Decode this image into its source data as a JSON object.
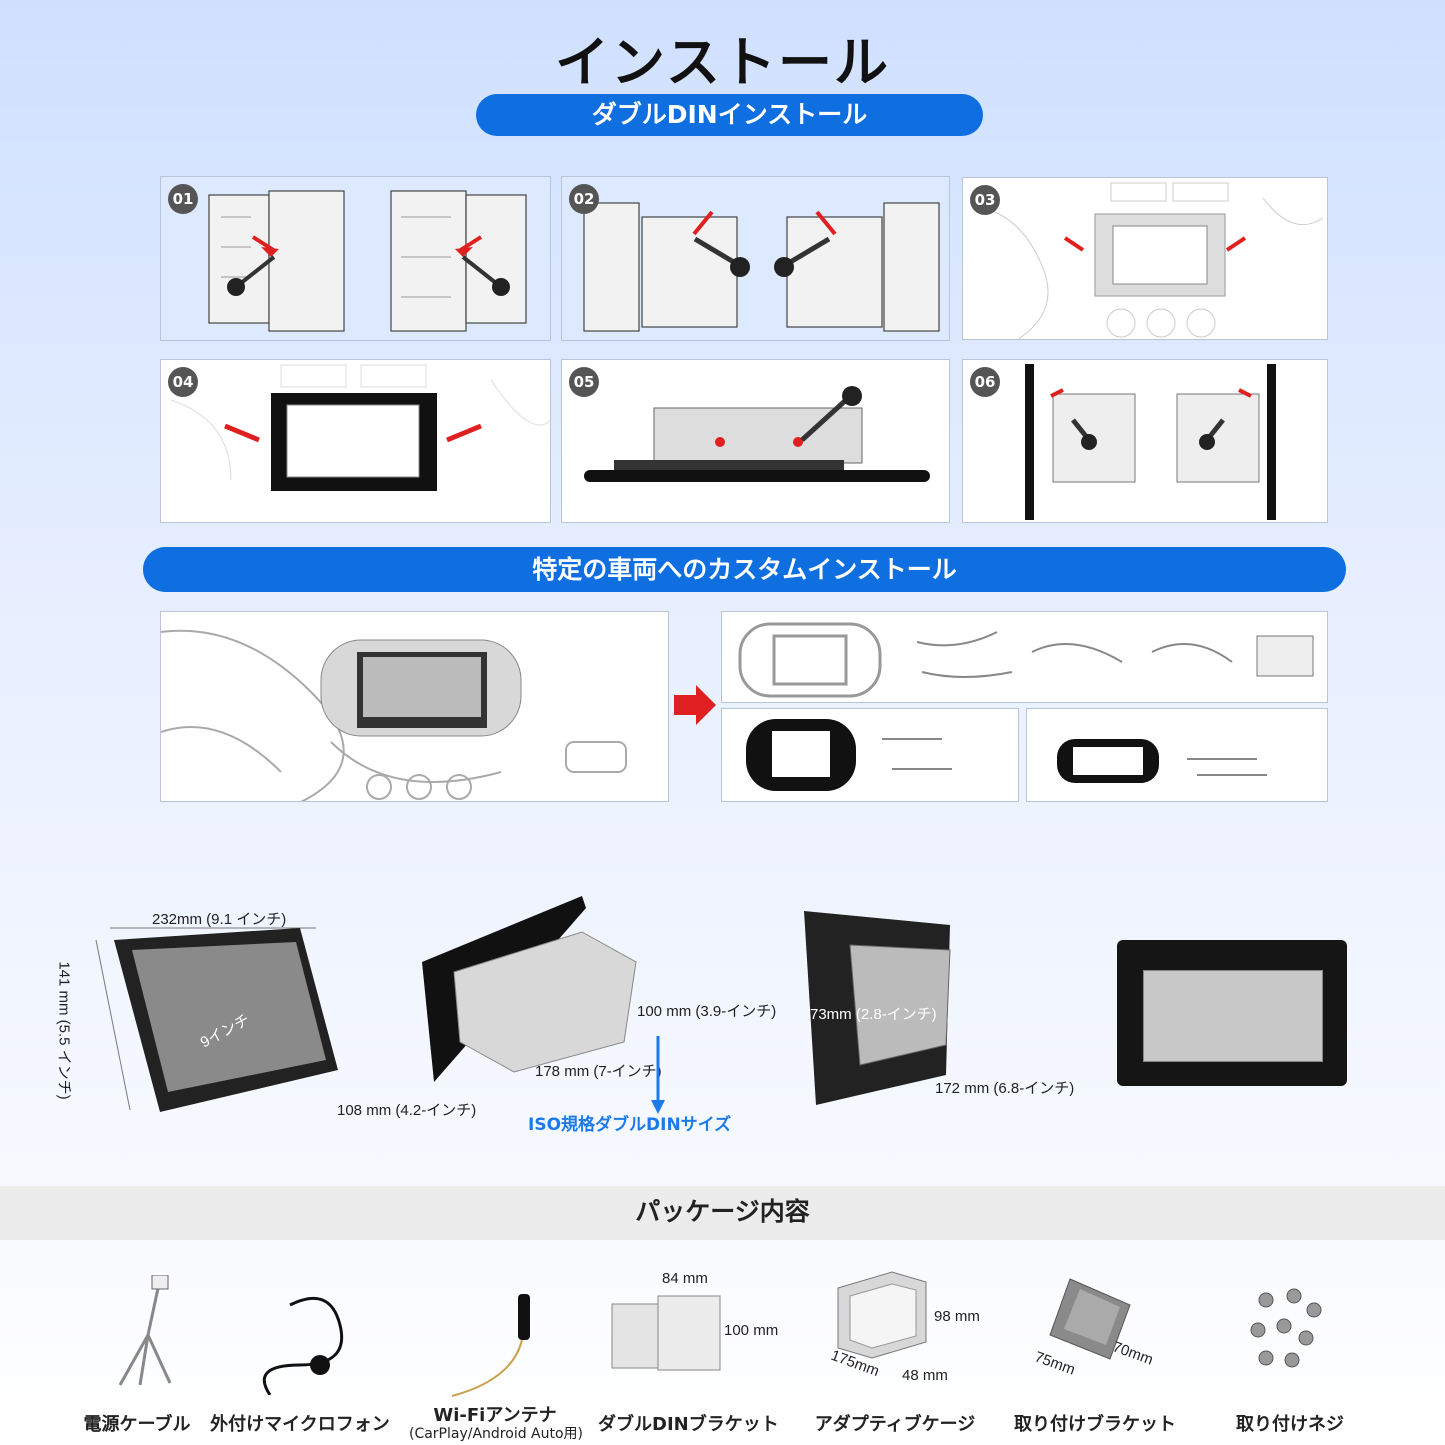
{
  "header": {
    "title": "インストール"
  },
  "double_din": {
    "heading": "ダブルDINインストール",
    "steps": [
      "01",
      "02",
      "03",
      "04",
      "05",
      "06"
    ]
  },
  "custom": {
    "heading": "特定の車両へのカスタムインストール"
  },
  "dimensions": {
    "width": "232mm (9.1 インチ)",
    "height": "141 mm (5.5 インチ)",
    "diag": "9インチ",
    "depth1": "100 mm (3.9-インチ)",
    "len1": "178 mm (7-インチ)",
    "w2": "108 mm (4.2-インチ)",
    "iso": "ISO規格ダブルDINサイズ",
    "h3": "73mm (2.8-インチ)",
    "len3": "172 mm (6.8-インチ)"
  },
  "package": {
    "title": "パッケージ内容",
    "items": [
      {
        "label": "電源ケーブル"
      },
      {
        "label": "外付けマイクロフォン"
      },
      {
        "label": "Wi-Fiアンテナ",
        "sub": "(CarPlay/Android Auto用)"
      },
      {
        "label": "ダブルDINブラケット",
        "d1": "84 mm",
        "d2": "100 mm"
      },
      {
        "label": "アダプティブケージ",
        "d1": "98 mm",
        "d2": "175mm",
        "d3": "48 mm"
      },
      {
        "label": "取り付けブラケット",
        "d1": "75mm",
        "d2": "70mm"
      },
      {
        "label": "取り付けネジ"
      }
    ]
  },
  "colors": {
    "accent": "#0f6fe0",
    "arrow": "#e02020"
  }
}
